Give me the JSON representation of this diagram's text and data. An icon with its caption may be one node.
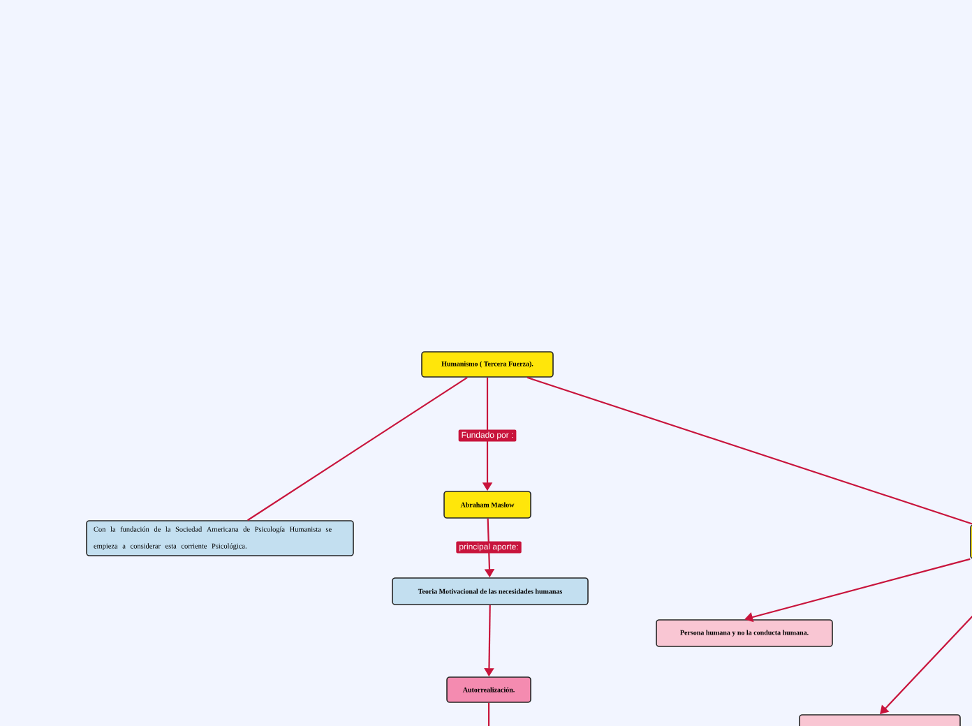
{
  "diagram": {
    "nodes": [
      {
        "text": [
          "Humanismo ( Tercera Fuerza)."
        ]
      },
      {
        "text": [
          "Con la fundación de la Sociedad Americana de Psicología Humanista se empieza a considerar esta corriente Psicológica."
        ]
      },
      {
        "text": [
          "Abraham Maslow"
        ]
      },
      {
        "text": [
          "Teoria Motivacional de las necesidades humanas"
        ]
      },
      {
        "text": [
          "Autorrealización."
        ]
      },
      {
        "text": [],
        "shape": "box"
      },
      {
        "text": [
          "Persona humana y no la conducta humana."
        ]
      },
      {
        "text": [],
        "shape": "box"
      }
    ],
    "edges": [
      {
        "from": 0,
        "to": 1,
        "arrow": "none"
      },
      {
        "from": 0,
        "to": 2,
        "arrow": "to",
        "label": "Fundado por :"
      },
      {
        "from": 2,
        "to": 3,
        "arrow": "to",
        "label": "principal aporte:"
      },
      {
        "from": 3,
        "to": 4,
        "arrow": "to"
      },
      {
        "from": 0,
        "to": 5,
        "arrow": "none"
      },
      {
        "from": 5,
        "to": 6,
        "arrow": "to"
      },
      {
        "from": 5,
        "to": 7,
        "arrow": "to"
      },
      {
        "from": 4,
        "to": null,
        "arrow": "none"
      }
    ]
  }
}
